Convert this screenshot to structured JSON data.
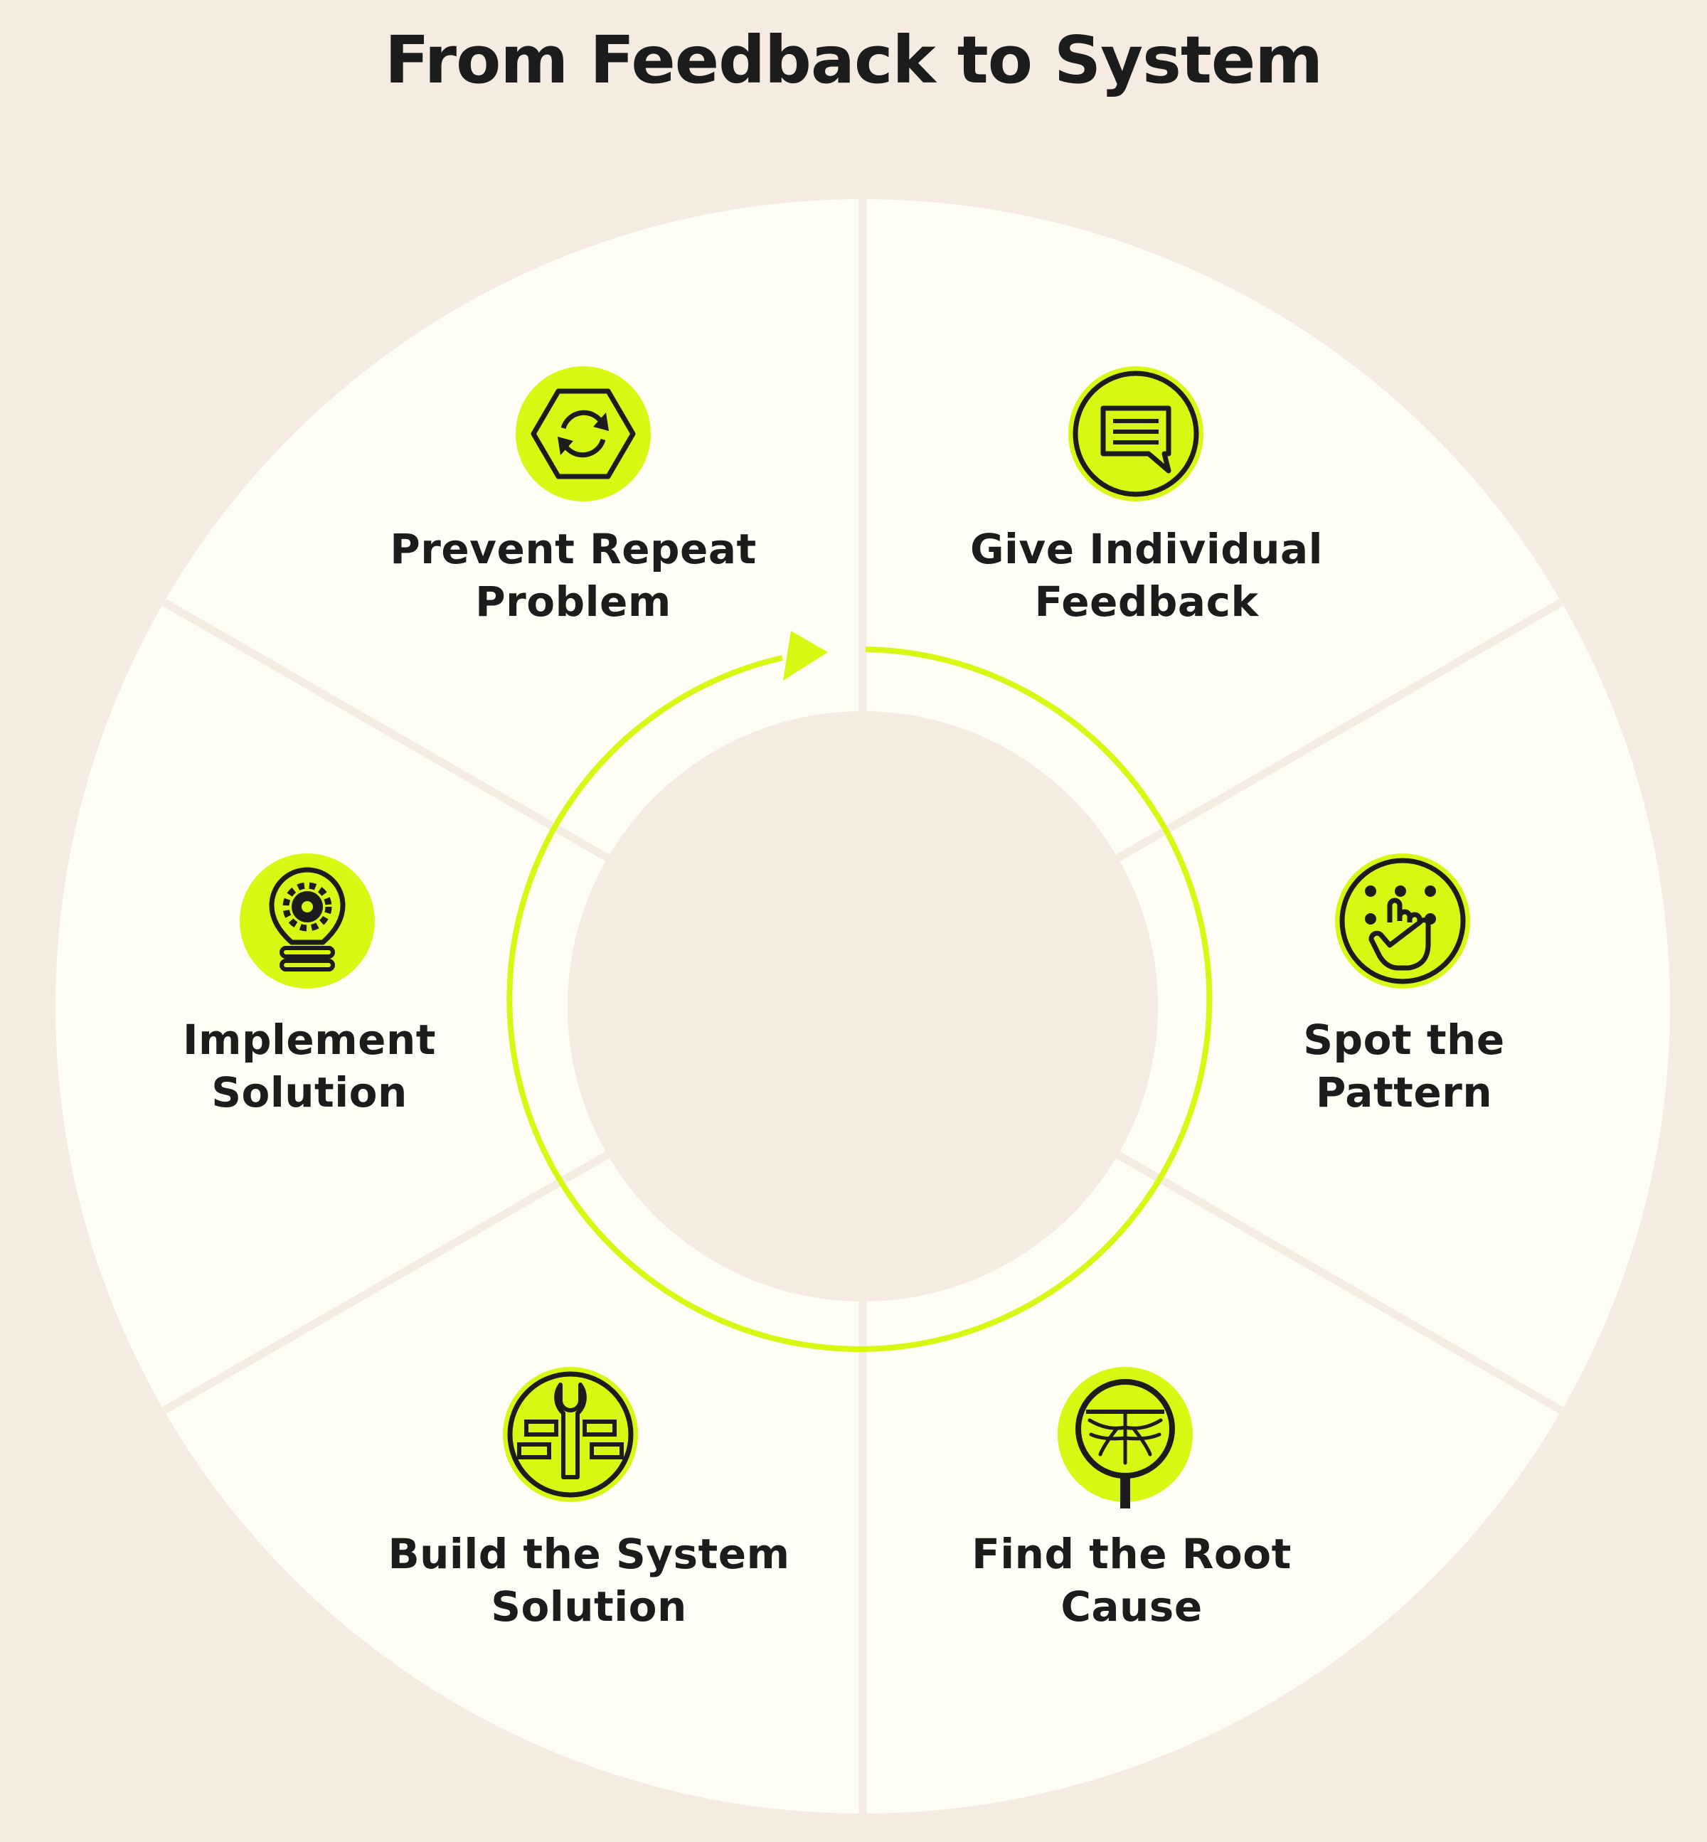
{
  "title": "From Feedback to System",
  "colors": {
    "background": "#f5ebe1",
    "segment": "#fefdf6",
    "divider": "#f5ebe1",
    "accent": "#d8f713",
    "ink": "#1c1c1c"
  },
  "steps": [
    {
      "id": "give",
      "line1": "Give Individual",
      "line2": "Feedback",
      "icon": "speech-bubble-icon"
    },
    {
      "id": "spot",
      "line1": "Spot the",
      "line2": "Pattern",
      "icon": "pointing-hand-dots-icon"
    },
    {
      "id": "root",
      "line1": "Find the Root",
      "line2": "Cause",
      "icon": "magnifier-roots-icon"
    },
    {
      "id": "build",
      "line1": "Build the System",
      "line2": "Solution",
      "icon": "wrench-blocks-icon"
    },
    {
      "id": "implement",
      "line1": "Implement",
      "line2": "Solution",
      "icon": "lightbulb-gear-icon"
    },
    {
      "id": "prevent",
      "line1": "Prevent Repeat",
      "line2": "Problem",
      "icon": "hexagon-refresh-icon"
    }
  ]
}
